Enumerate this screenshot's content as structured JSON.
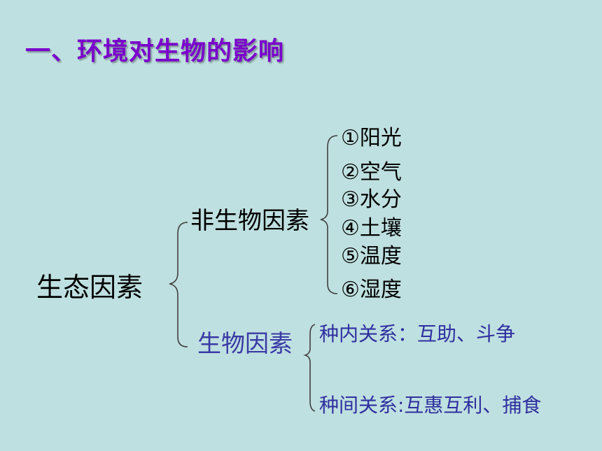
{
  "title": "一、环境对生物的影响",
  "diagram": {
    "root": "生态因素",
    "abiotic": {
      "label": "非生物因素",
      "items": [
        "①阳光",
        "②空气",
        "③水分",
        "④土壤",
        "⑤温度",
        "⑥湿度"
      ]
    },
    "biotic": {
      "label": "生物因素",
      "relations": [
        "种内关系：互助、斗争",
        "种间关系:互惠互利、捕食"
      ]
    }
  }
}
